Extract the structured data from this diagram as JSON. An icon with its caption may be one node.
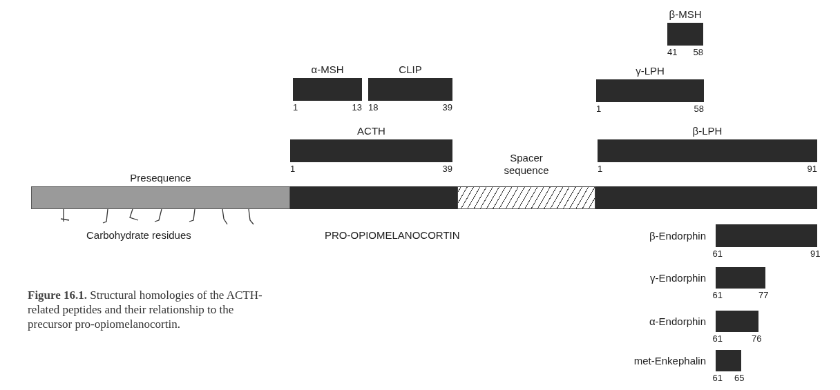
{
  "diagram": {
    "caption": "**Figure 16.1.** Structural homologies of the ACTH-related peptides and their relationship to the precursor pro-opiomelanocortin.",
    "nodes": [
      {
        "text": [
          "β-MSH"
        ],
        "beside": [
          "41",
          "58"
        ]
      },
      {
        "text": [
          "α-MSH"
        ],
        "beside": [
          "1",
          "13"
        ]
      },
      {
        "text": [
          "CLIP"
        ],
        "beside": [
          "18",
          "39"
        ]
      },
      {
        "text": [
          "γ-LPH"
        ],
        "beside": [
          "1",
          "58"
        ]
      },
      {
        "text": [
          "ACTH"
        ],
        "beside": [
          "1",
          "39"
        ]
      },
      {
        "text": [
          "β-LPH"
        ],
        "beside": [
          "1",
          "91"
        ]
      },
      {
        "text": [
          "PRO-OPIOMELANOCORTIN"
        ]
      },
      {
        "text": [
          "Presequence"
        ],
        "in": 6
      },
      {
        "text": [],
        "shape": "bar",
        "in": 6
      },
      {
        "text": [
          "Spacer sequence"
        ],
        "in": 6
      },
      {
        "text": [],
        "shape": "bar",
        "in": 6
      },
      {
        "text": [
          "β-Endorphin"
        ],
        "beside": [
          "61",
          "91"
        ]
      },
      {
        "text": [
          "γ-Endorphin"
        ],
        "beside": [
          "61",
          "77"
        ]
      },
      {
        "text": [
          "α-Endorphin"
        ],
        "beside": [
          "61",
          "76"
        ]
      },
      {
        "text": [
          "met-Enkephalin"
        ],
        "beside": [
          "61",
          "65"
        ]
      }
    ],
    "labels": [
      "Carbohydrate residues"
    ]
  }
}
